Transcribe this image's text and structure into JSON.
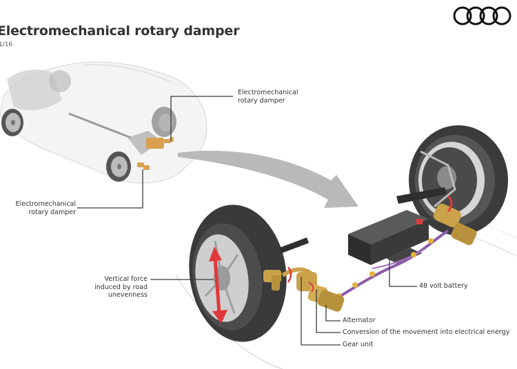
{
  "header": {
    "title": "Electromechanical rotary damper",
    "subtitle": "1/16",
    "logo": "four-rings-logo"
  },
  "colors": {
    "text": "#333333",
    "leader_line": "#3a3a3a",
    "arrow": "#b8b8b8",
    "damper_gold": "#c9a24a",
    "force_arrow": "#e0393b",
    "cable": "#8a5aa8",
    "tire": "#3a3a3a",
    "rim": "#c8c8c8"
  },
  "callouts": {
    "top_damper": {
      "line1": "Electromechanical",
      "line2": "rotary damper"
    },
    "left_damper": {
      "line1": "Electromechanical",
      "line2": "rotary damper"
    },
    "vertical_force": {
      "line1": "Vertical force",
      "line2": "induced by road",
      "line3": "unevenness"
    },
    "battery": "48 volt battery",
    "alternator": "Alternator",
    "conversion": "Conversion of the movement into electrical energy",
    "gear_unit": "Gear unit"
  }
}
